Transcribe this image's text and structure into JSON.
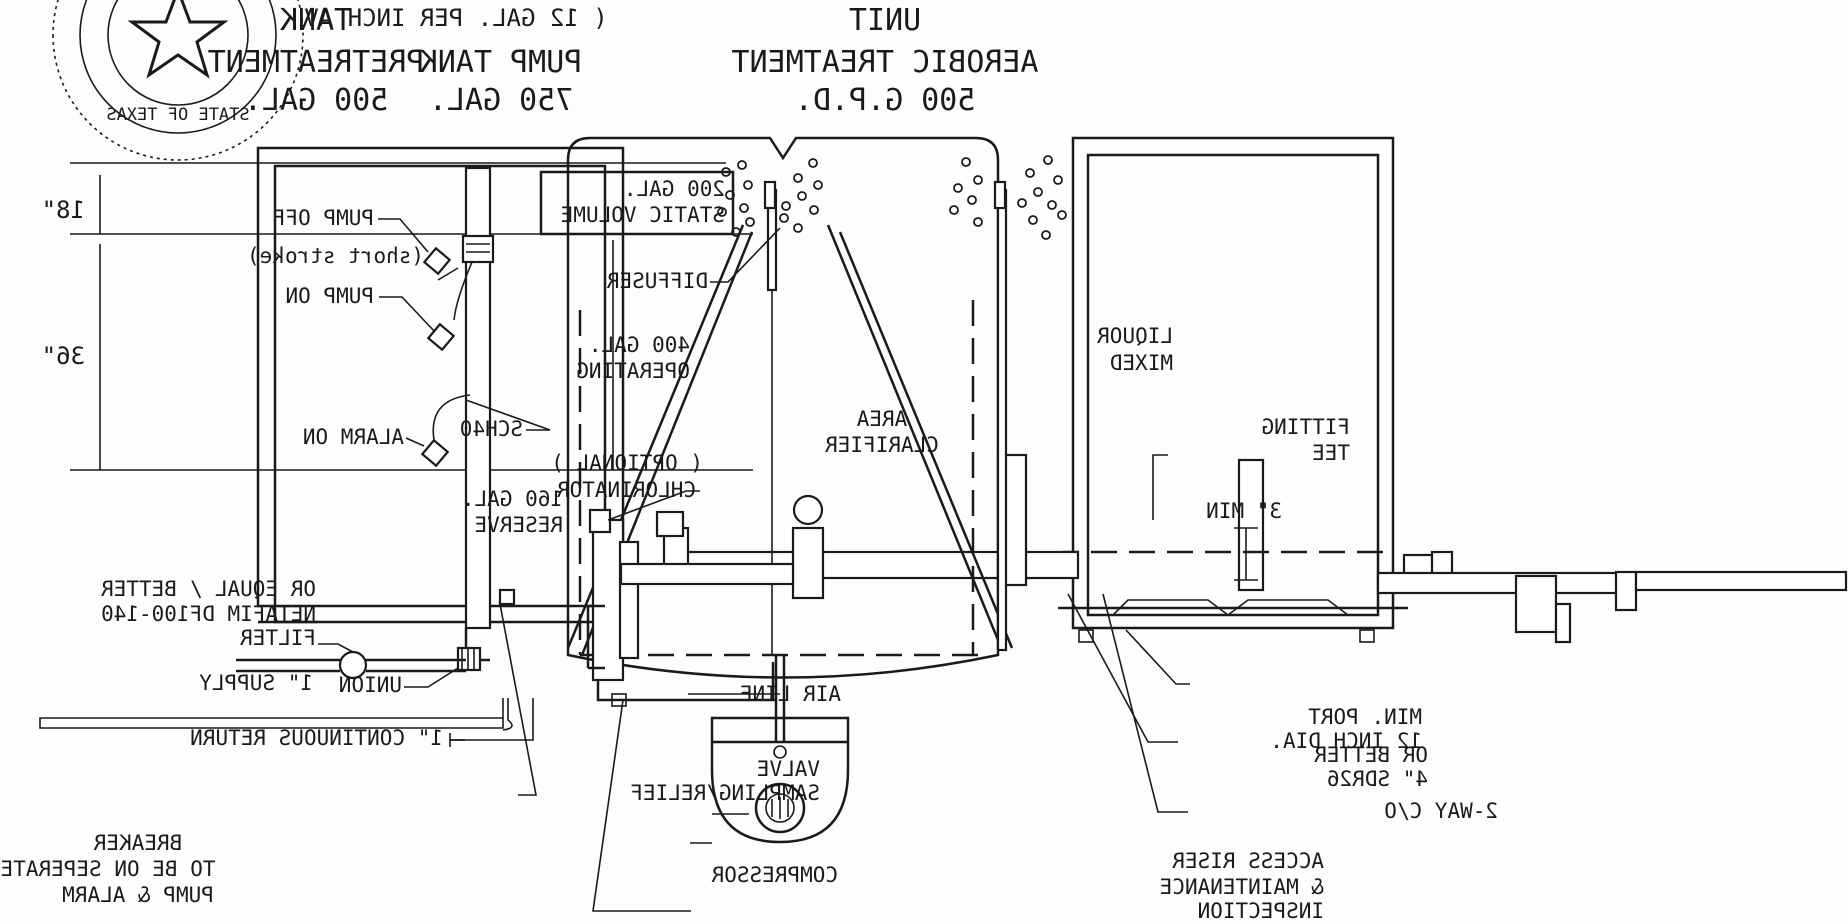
{
  "figure": {
    "orientation": "mirrored",
    "seal": {
      "text": "STATE OF TEXAS",
      "symbol": "star"
    },
    "ink_color": "#1a1a1a"
  },
  "tanks": {
    "pretreatment": {
      "lines": [
        "500 GAL.",
        "PRETREATMENT",
        "TANK"
      ]
    },
    "aerobic": {
      "lines": [
        "500 G.P.D.",
        "AEROBIC TREATMENT",
        "UNIT"
      ]
    },
    "pump": {
      "lines": [
        "750 GAL.",
        "PUMP TANK"
      ],
      "scale_note": "( 12 GAL. PER INCH AV"
    }
  },
  "dimensions": {
    "d18": "18\"",
    "d36": "36\""
  },
  "volumes": {
    "static": [
      "200 GAL.",
      "STATIC VOLUME"
    ],
    "operating": [
      "400 GAL.",
      "OPERATING"
    ],
    "reserve": [
      "160 GAL.",
      "RESERVE"
    ]
  },
  "labels": {
    "pump_off": "PUMP OFF",
    "short_stroke": "(short stroke)",
    "pump_on": "PUMP ON",
    "alarm_on": "ALARM ON",
    "sch40": "SCH40",
    "chlorinator": "CHLORINATOR",
    "optional": "( OPTIONAL )",
    "diffuser": "DIFFUSER",
    "mixed_liquor": [
      "MIXED",
      "LIQUOR"
    ],
    "clarifier": [
      "CLARIFIER",
      "AREA"
    ],
    "tee_fitting": [
      "TEE",
      "FITTING"
    ],
    "min_3": "3\" MIN",
    "filter": [
      "FILTER",
      "NETAFIM DF100-140",
      "OR EQUAL / BETTER"
    ],
    "supply": "1\" SUPPLY",
    "union": "UNION",
    "return": "1\" CONTINUOUS RETURN",
    "sampling": [
      "SAMPLING/RELIEF",
      "VALVE"
    ],
    "air_line": "AIR LINE",
    "compressor": "COMPRESSOR",
    "inspection": [
      "INSPECTION",
      "& MAINTENANCE",
      "ACCESS RISER"
    ],
    "port": [
      "12 INCH DIA.",
      "MIN. PORT"
    ],
    "sdr26": [
      "4\" SDR26",
      "OR BETTER"
    ],
    "cleanout": "2-WAY C/O",
    "breaker_note": [
      "PUMP & ALARM",
      "TO BE ON SEPERATE",
      "BREAKER"
    ]
  }
}
